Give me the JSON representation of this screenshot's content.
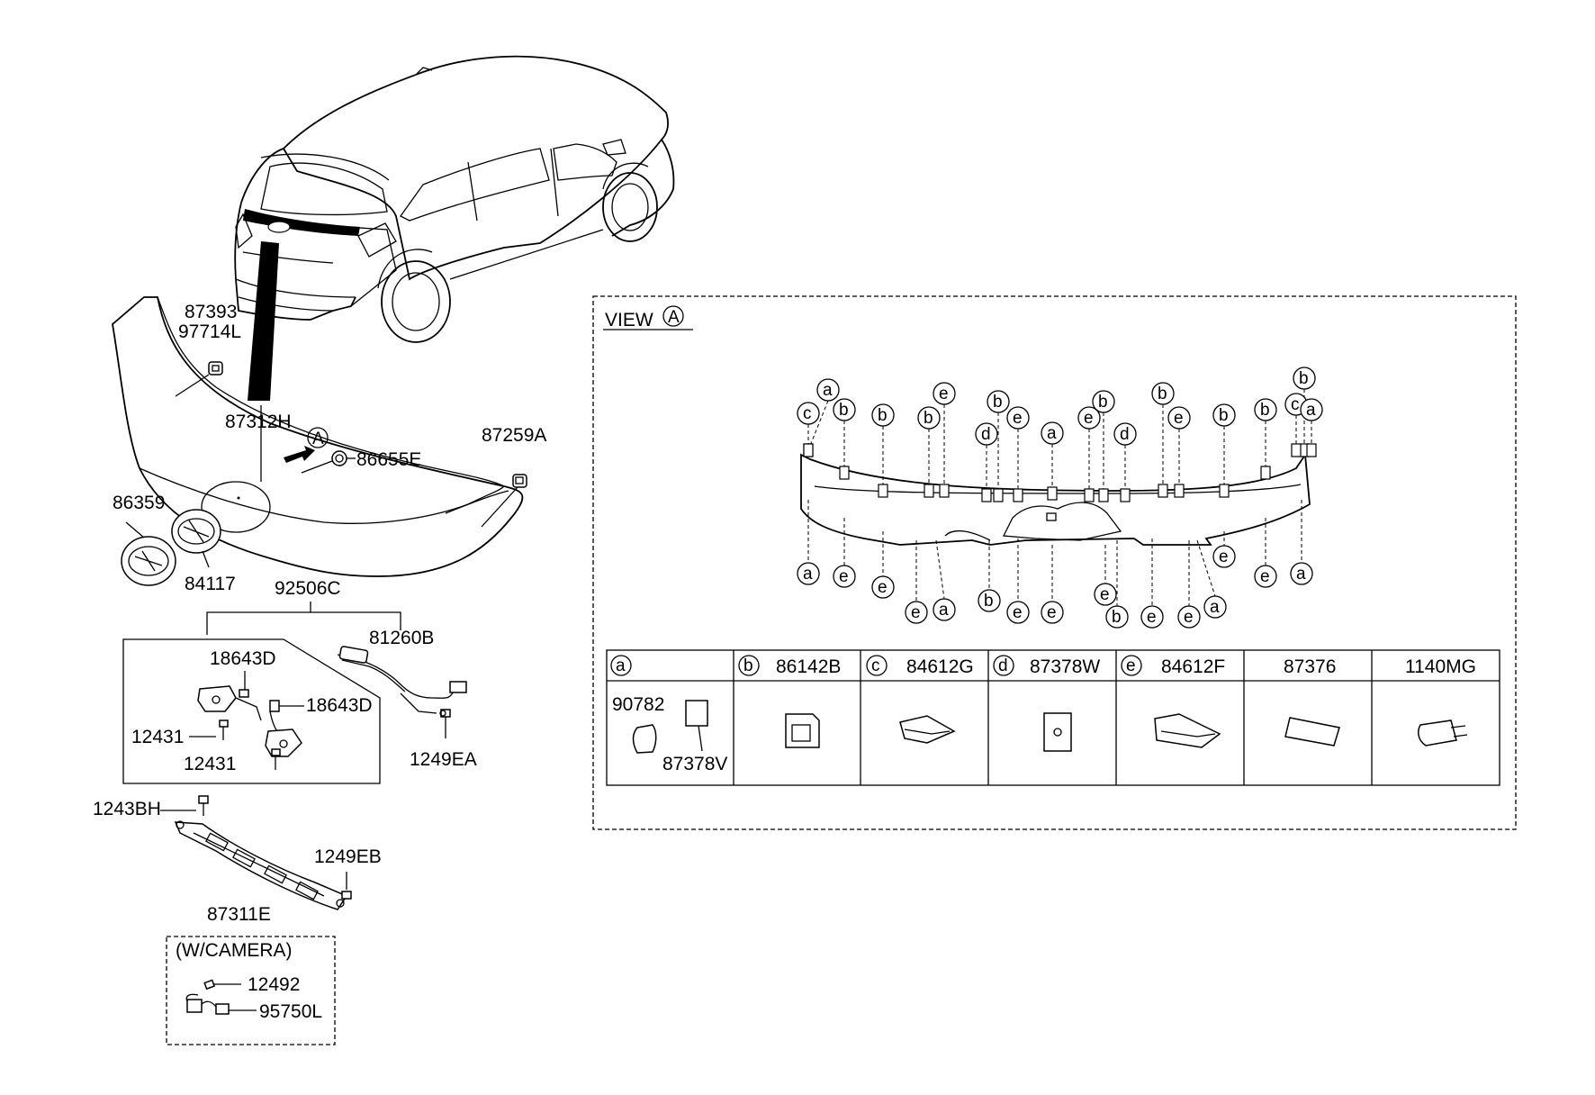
{
  "labels": {
    "p87393": "87393",
    "p97714L": "97714L",
    "p87312H": "87312H",
    "p86655E": "86655E",
    "p87259A": "87259A",
    "p86359": "86359",
    "p84117": "84117",
    "p92506C": "92506C",
    "p81260B": "81260B",
    "p18643D_a": "18643D",
    "p18643D_b": "18643D",
    "p12431_a": "12431",
    "p12431_b": "12431",
    "p1249EA": "1249EA",
    "p1243BH": "1243BH",
    "p1249EB": "1249EB",
    "p87311E": "87311E",
    "camera_title": "(W/CAMERA)",
    "p12492": "12492",
    "p95750L": "95750L",
    "view_title": "VIEW",
    "view_ref": "A",
    "callout_a": "A"
  },
  "legend": {
    "a_code": "a",
    "a_part1": "90782",
    "a_part2": "87378V",
    "b_code": "b",
    "b_part": "86142B",
    "c_code": "c",
    "c_part": "84612G",
    "d_code": "d",
    "d_part": "87378W",
    "e_code": "e",
    "e_part": "84612F",
    "f_part": "87376",
    "g_part": "1140MG"
  },
  "clips": {
    "top": [
      "a",
      "c",
      "b",
      "b",
      "e",
      "b",
      "d",
      "b",
      "e",
      "a",
      "e",
      "b",
      "d",
      "b",
      "e",
      "b",
      "b",
      "b",
      "c",
      "a"
    ],
    "bottom": [
      "a",
      "e",
      "e",
      "e",
      "a",
      "b",
      "e",
      "e",
      "e",
      "b",
      "e",
      "e",
      "a",
      "e",
      "e",
      "a"
    ]
  }
}
